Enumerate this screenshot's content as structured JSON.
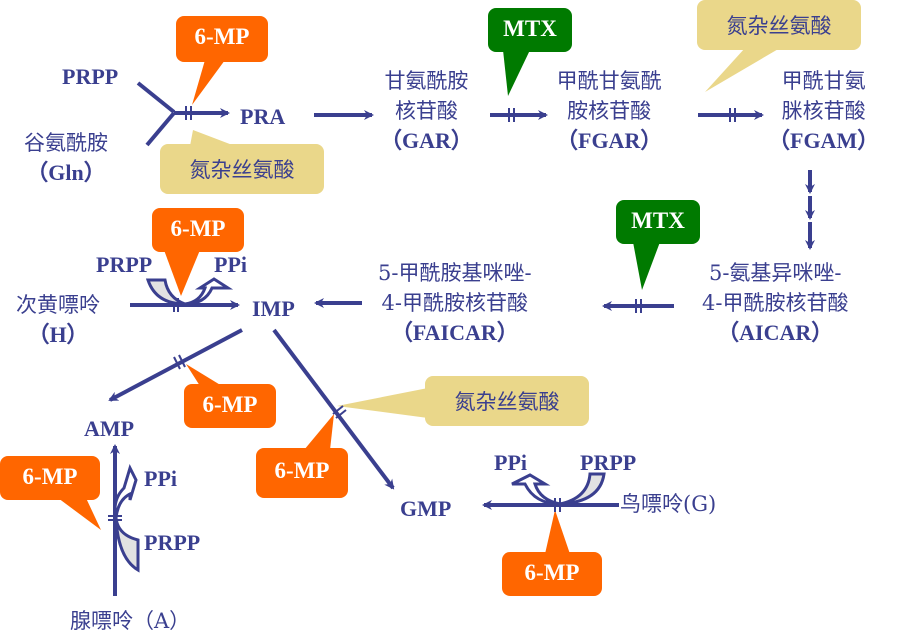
{
  "colors": {
    "pathway": "#3a3f8f",
    "mp6_callout": "#ff6600",
    "mtx_callout": "#007a00",
    "azaserine_callout": "#ead78a",
    "prpp_fill": "#e2e2e2"
  },
  "nodes": {
    "prpp_top": "PRPP",
    "gln_cn": "谷氨酰胺",
    "gln_abbr": "（Gln）",
    "pra": "PRA",
    "gar_line1": "甘氨酰胺",
    "gar_line2": "核苷酸",
    "gar_abbr": "（GAR）",
    "fgar_line1": "甲酰甘氨酰",
    "fgar_line2": "胺核苷酸",
    "fgar_abbr": "（FGAR）",
    "fgam_line1": "甲酰甘氨",
    "fgam_line2": "脒核苷酸",
    "fgam_abbr": "（FGAM）",
    "aicar_line1": "5-氨基异咪唑-",
    "aicar_line2": "4-甲酰胺核苷酸",
    "aicar_abbr": "（AICAR）",
    "faicar_line1": "5-甲酰胺基咪唑-",
    "faicar_line2": "4-甲酰胺核苷酸",
    "faicar_abbr": "（FAICAR）",
    "imp": "IMP",
    "hypoxanthine": "次黄嘌呤",
    "hypoxanthine_abbr": "（H）",
    "prpp_h": "PRPP",
    "ppi_h": "PPi",
    "amp": "AMP",
    "ppi_a": "PPi",
    "prpp_a": "PRPP",
    "adenine": "腺嘌呤（A）",
    "gmp": "GMP",
    "ppi_g": "PPi",
    "prpp_g": "PRPP",
    "guanine": "鸟嘌呤(G)"
  },
  "callouts": {
    "mp6_pra": "6-MP",
    "aza_pra": "氮杂丝氨酸",
    "mtx_gar": "MTX",
    "aza_fgar": "氮杂丝氨酸",
    "mtx_aicar": "MTX",
    "mp6_hgprt": "6-MP",
    "mp6_amp": "6-MP",
    "mp6_gmp_path": "6-MP",
    "aza_gmp": "氮杂丝氨酸",
    "mp6_aprt": "6-MP",
    "mp6_gua": "6-MP"
  }
}
